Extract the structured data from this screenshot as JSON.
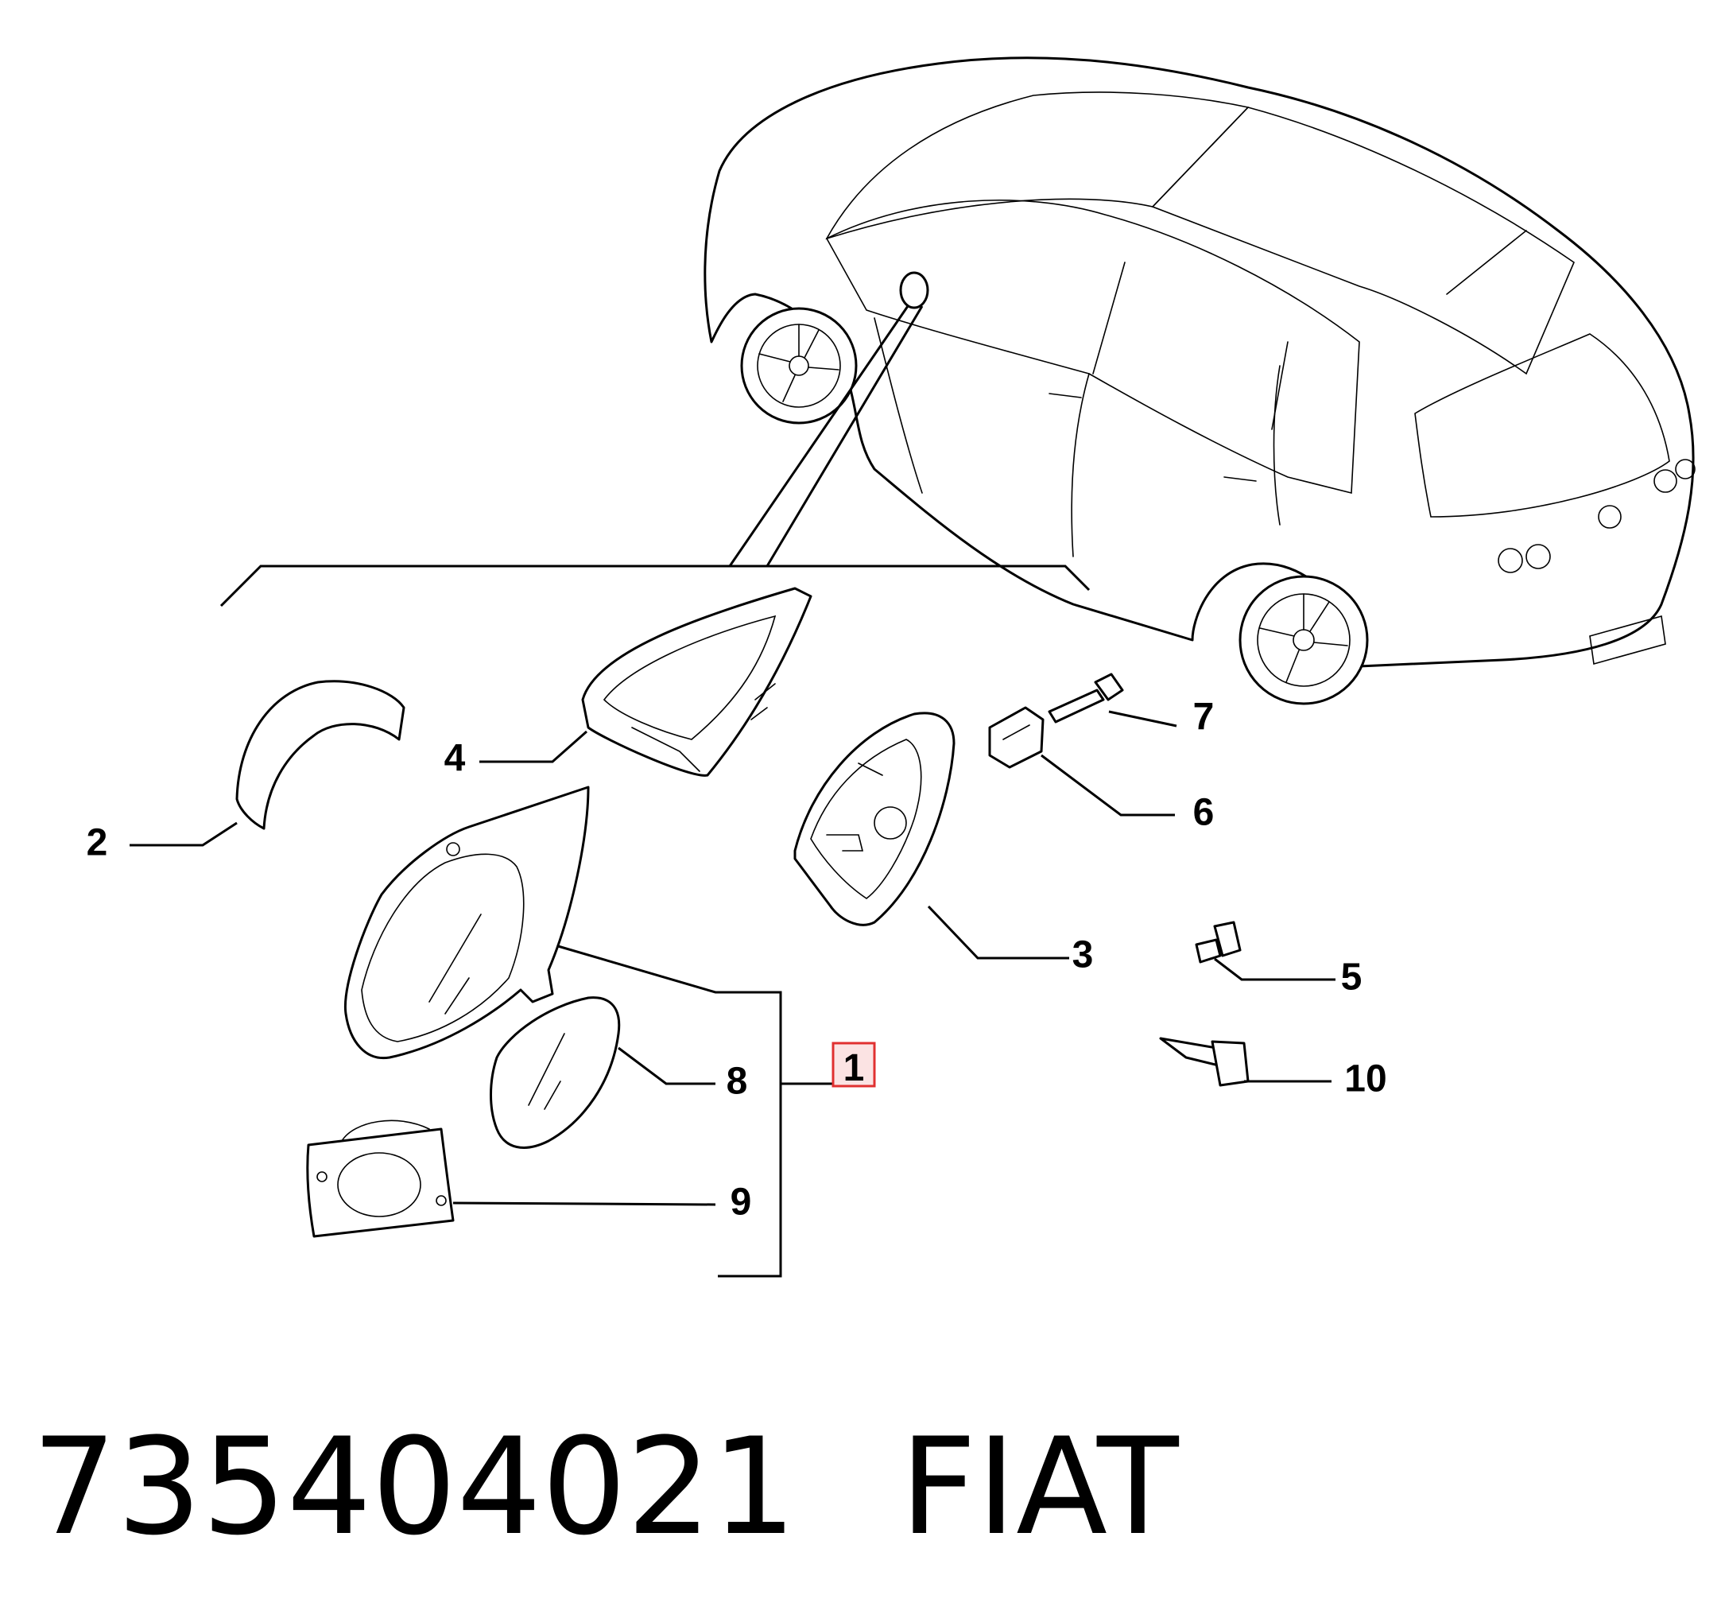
{
  "diagram": {
    "callouts": [
      {
        "id": "1",
        "label": "1",
        "highlighted": true
      },
      {
        "id": "2",
        "label": "2"
      },
      {
        "id": "3",
        "label": "3"
      },
      {
        "id": "4",
        "label": "4"
      },
      {
        "id": "5",
        "label": "5"
      },
      {
        "id": "6",
        "label": "6"
      },
      {
        "id": "7",
        "label": "7"
      },
      {
        "id": "8",
        "label": "8"
      },
      {
        "id": "9",
        "label": "9"
      },
      {
        "id": "10",
        "label": "10"
      }
    ],
    "highlight_color": "#e03030"
  },
  "caption": {
    "part_number": "735404021",
    "brand": "FIAT"
  }
}
